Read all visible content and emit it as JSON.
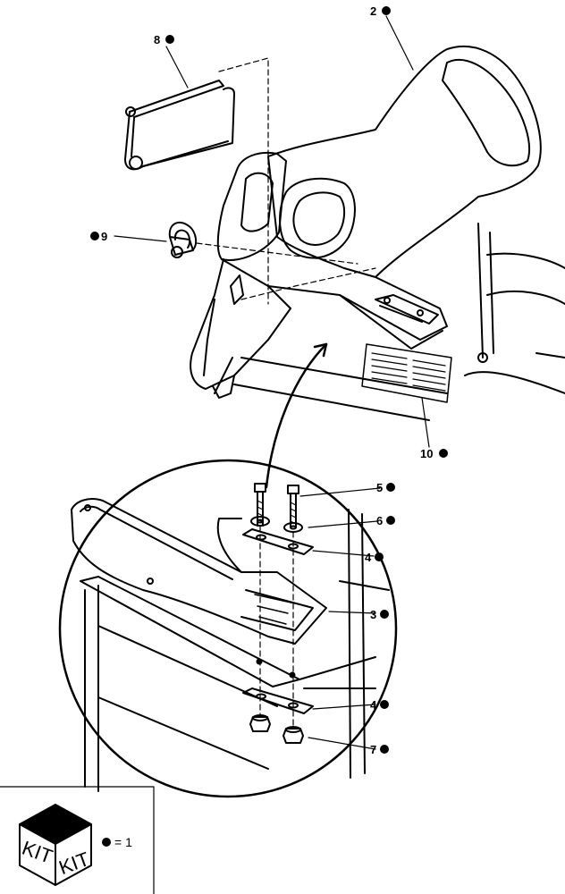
{
  "callouts": [
    {
      "id": "2",
      "text": "2"
    },
    {
      "id": "8",
      "text": "8"
    },
    {
      "id": "9",
      "text": "9"
    },
    {
      "id": "10",
      "text": "10"
    },
    {
      "id": "5",
      "text": "5"
    },
    {
      "id": "6",
      "text": "6"
    },
    {
      "id": "4a",
      "text": "4"
    },
    {
      "id": "3",
      "text": "3"
    },
    {
      "id": "4b",
      "text": "4"
    },
    {
      "id": "7",
      "text": "7"
    }
  ],
  "legend": {
    "kit_left": "KIT",
    "kit_right": "KIT",
    "equals": "= 1"
  },
  "colors": {
    "ink": "#000000",
    "paper": "#ffffff"
  }
}
